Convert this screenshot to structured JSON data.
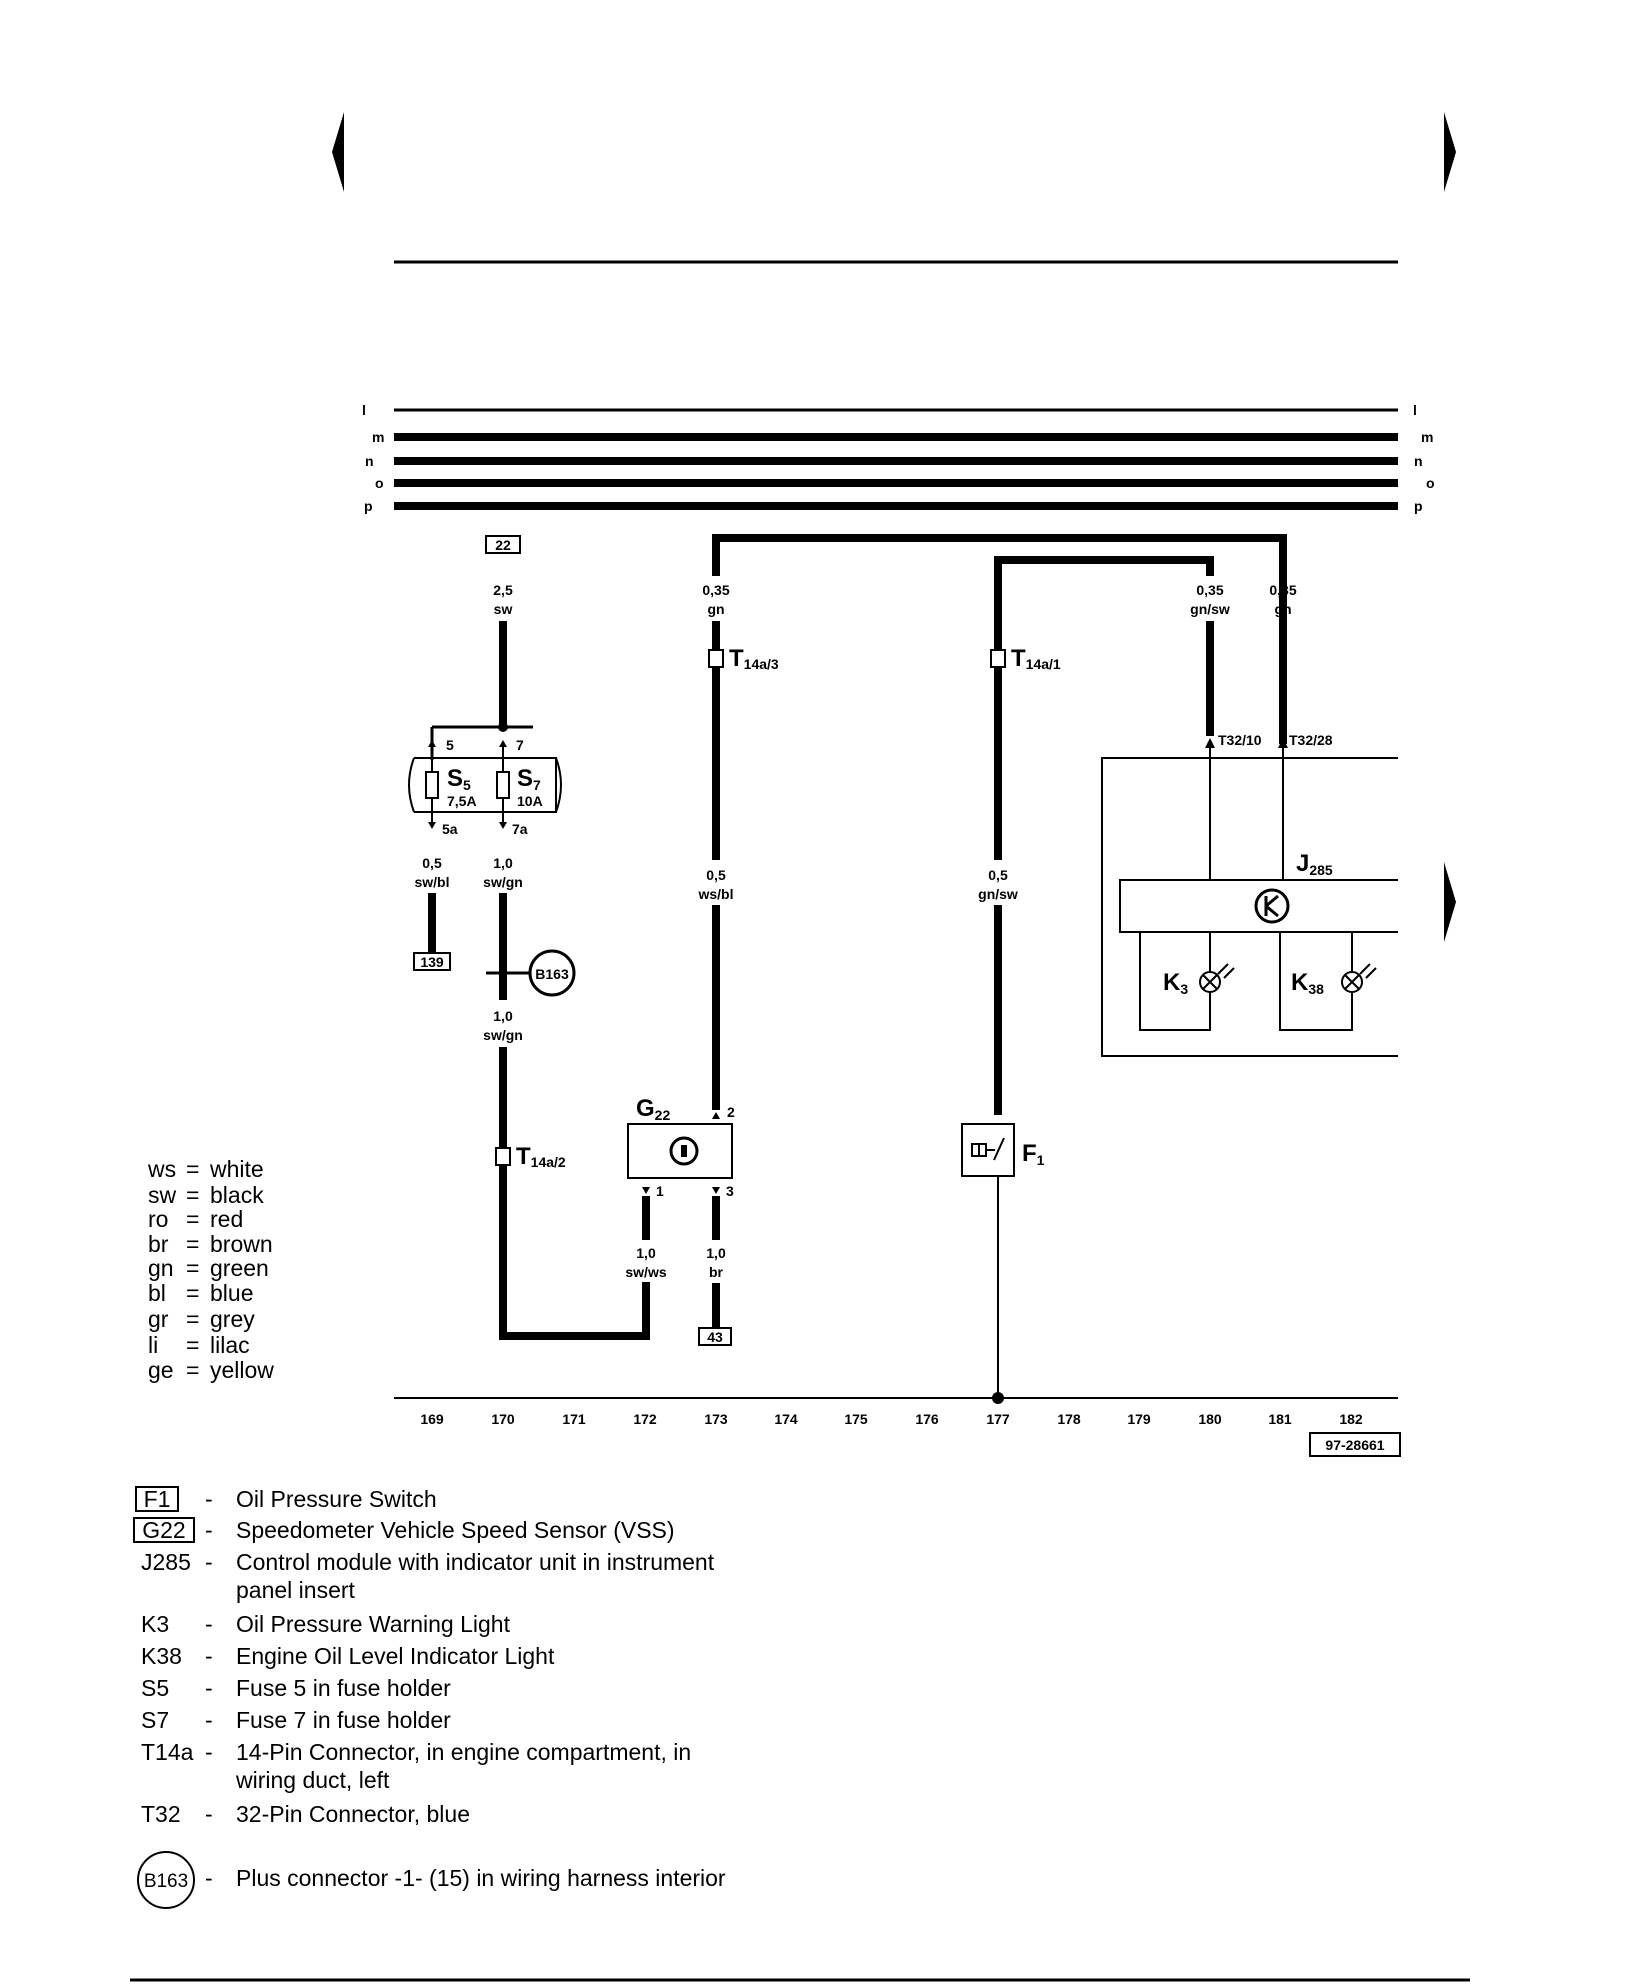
{
  "buses": [
    {
      "id": "l",
      "label": "l"
    },
    {
      "id": "m",
      "label": "m"
    },
    {
      "id": "n",
      "label": "n"
    },
    {
      "id": "o",
      "label": "o"
    },
    {
      "id": "p",
      "label": "p"
    }
  ],
  "refs": {
    "r22": "22",
    "r139": "139",
    "r43": "43"
  },
  "wires": {
    "w170_top": {
      "size": "2,5",
      "color": "sw"
    },
    "w173_top": {
      "size": "0,35",
      "color": "gn"
    },
    "w180_top": {
      "size": "0,35",
      "color": "gn/sw"
    },
    "w181_top": {
      "size": "0,35",
      "color": "gn"
    },
    "w169": {
      "size": "0,5",
      "color": "sw/bl"
    },
    "w170_mid": {
      "size": "1,0",
      "color": "sw/gn"
    },
    "w173_mid": {
      "size": "0,5",
      "color": "ws/bl"
    },
    "w177_mid": {
      "size": "0,5",
      "color": "gn/sw"
    },
    "w170_low": {
      "size": "1,0",
      "color": "sw/gn"
    },
    "w172_low": {
      "size": "1,0",
      "color": "sw/ws"
    },
    "w173_low": {
      "size": "1,0",
      "color": "br"
    }
  },
  "connectors": {
    "t14a3": {
      "main": "T",
      "sub": "14a/3"
    },
    "t14a1": {
      "main": "T",
      "sub": "14a/1"
    },
    "t14a2": {
      "main": "T",
      "sub": "14a/2"
    },
    "t32_10": "T32/10",
    "t32_28": "T32/28"
  },
  "components": {
    "s5": {
      "main": "S",
      "sub": "5",
      "rating": "7,5A",
      "pin_in": "5",
      "pin_out": "5a"
    },
    "s7": {
      "main": "S",
      "sub": "7",
      "rating": "10A",
      "pin_in": "7",
      "pin_out": "7a"
    },
    "g22": {
      "main": "G",
      "sub": "22",
      "pin_a": "2",
      "pin_b": "1",
      "pin_c": "3"
    },
    "f1": {
      "main": "F",
      "sub": "1"
    },
    "j285": {
      "main": "J",
      "sub": "285"
    },
    "k3": {
      "main": "K",
      "sub": "3"
    },
    "k38": {
      "main": "K",
      "sub": "38"
    },
    "b163": "B163"
  },
  "color_legend": [
    {
      "code": "ws",
      "name": "white"
    },
    {
      "code": "sw",
      "name": "black"
    },
    {
      "code": "ro",
      "name": "red"
    },
    {
      "code": "br",
      "name": "brown"
    },
    {
      "code": "gn",
      "name": "green"
    },
    {
      "code": "bl",
      "name": "blue"
    },
    {
      "code": "gr",
      "name": "grey"
    },
    {
      "code": "li",
      "name": "lilac"
    },
    {
      "code": "ge",
      "name": "yellow"
    }
  ],
  "tracks": [
    "169",
    "170",
    "171",
    "172",
    "173",
    "174",
    "175",
    "176",
    "177",
    "178",
    "179",
    "180",
    "181",
    "182"
  ],
  "diagram_id": "97-28661",
  "component_legend": [
    {
      "code": "F1",
      "boxed": true,
      "desc": "Oil Pressure Switch"
    },
    {
      "code": "G22",
      "boxed": true,
      "desc": "Speedometer Vehicle Speed Sensor (VSS)"
    },
    {
      "code": "J285",
      "boxed": false,
      "desc": "Control module with indicator unit in instrument",
      "desc2": "panel insert"
    },
    {
      "code": "K3",
      "boxed": false,
      "desc": "Oil Pressure Warning Light"
    },
    {
      "code": "K38",
      "boxed": false,
      "desc": "Engine Oil Level Indicator Light"
    },
    {
      "code": "S5",
      "boxed": false,
      "desc": "Fuse 5 in fuse holder"
    },
    {
      "code": "S7",
      "boxed": false,
      "desc": "Fuse 7 in fuse holder"
    },
    {
      "code": "T14a",
      "boxed": false,
      "desc": "14-Pin Connector, in engine compartment, in",
      "desc2": "wiring duct, left"
    },
    {
      "code": "T32",
      "boxed": false,
      "desc": "32-Pin Connector, blue"
    },
    {
      "code": "B163",
      "circled": true,
      "desc": "Plus connector -1- (15) in wiring harness interior"
    }
  ],
  "dash": "-",
  "eq": "="
}
